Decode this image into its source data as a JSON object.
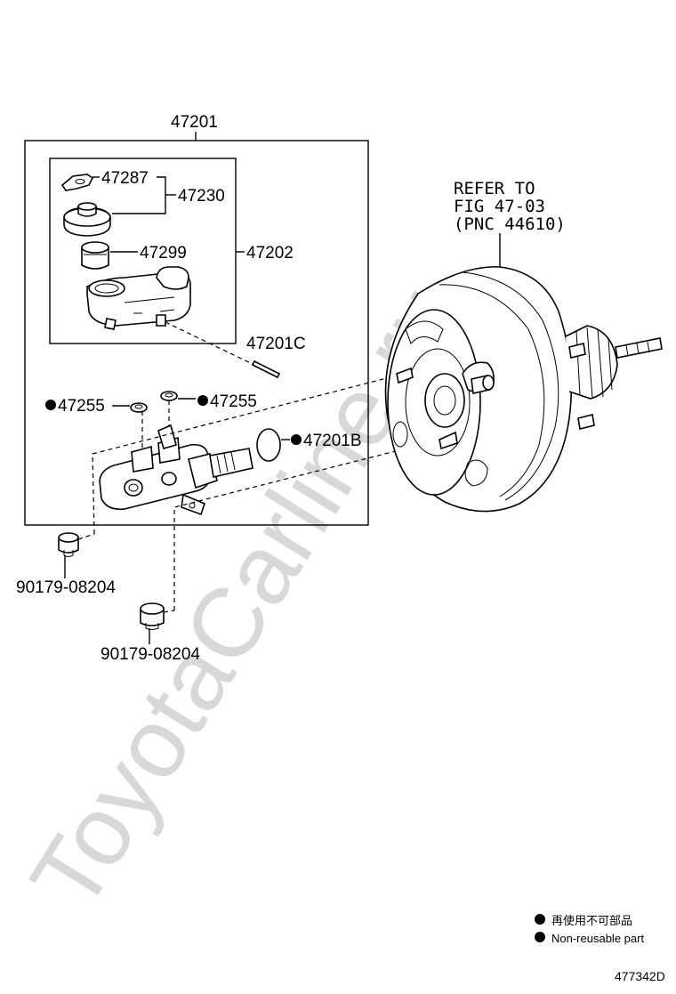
{
  "watermark": "ToyotaCarline.ru",
  "labels": {
    "assembly": "47201",
    "cap_tab": "47287",
    "cap_assy": "47230",
    "strainer": "47299",
    "reservoir_assy": "47202",
    "pin": "47201C",
    "grommet_left": "47255",
    "grommet_right": "47255",
    "oring": "47201B",
    "plug_upper": "90179-08204",
    "plug_lower": "90179-08204"
  },
  "refer_note": {
    "line1": "REFER TO",
    "line2": "FIG 47-03",
    "line3": "(PNC 44610)"
  },
  "legend": {
    "japanese": "再使用不可部品",
    "english": "Non-reusable part"
  },
  "figure_id": "477342D"
}
